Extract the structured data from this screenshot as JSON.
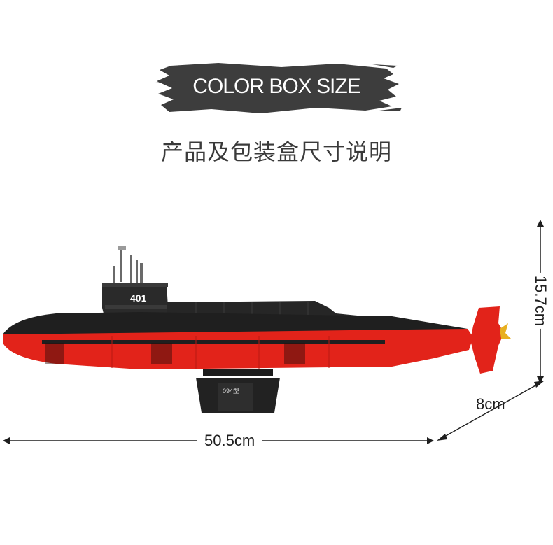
{
  "header": {
    "title_en": "COLOR BOX SIZE",
    "title_cn": "产品及包装盒尺寸说明"
  },
  "product": {
    "hull_number": "401",
    "stand_plate": "094型"
  },
  "dimensions": {
    "length": "50.5cm",
    "depth": "8cm",
    "height": "15.7cm"
  },
  "colors": {
    "brush": "#3d3d3d",
    "hull_top": "#1f1f1f",
    "hull_bottom": "#e2231a",
    "text": "#1e1e1e"
  }
}
